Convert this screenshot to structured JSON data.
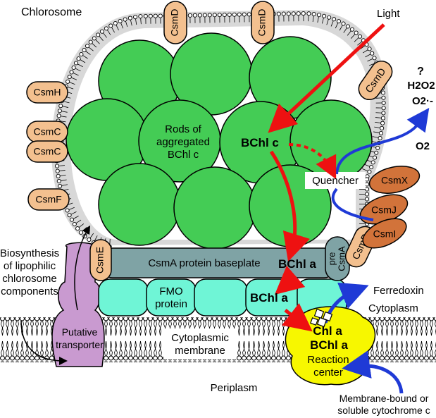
{
  "title": "Chlorosome",
  "colors": {
    "chlorosome_rod": "#44cc55",
    "csm_protein_orange": "#f3c08f",
    "csm_protein_brown": "#d2733a",
    "baseplate": "#7fa3a5",
    "fmo": "#6ff5d6",
    "reaction_center": "#f7f700",
    "transporter": "#c99ad0",
    "light_arrow": "#ee1111",
    "electron_arrow": "#1f3ad6",
    "membrane_gray": "#d8d8d8"
  },
  "proteins": {
    "csmd_top_1": "CsmD",
    "csmd_top_2": "CsmD",
    "csmd_right": "CsmD",
    "csmh": "CsmH",
    "csmc_1": "CsmC",
    "csmc_2": "CsmC",
    "csmf": "CsmF",
    "csme": "CsmE",
    "csmb": "CsmB",
    "pre_csma_line1": "pre",
    "pre_csma_line2": "CsmA",
    "csmx": "CsmX",
    "csmj": "CsmJ",
    "csmi": "CsmI"
  },
  "labels": {
    "light": "Light",
    "rods": [
      "Rods of",
      "aggregated",
      "BChl c"
    ],
    "bchl_c": "BChl c",
    "quencher": "Quencher",
    "h2o2_q": "?",
    "h2o2": "H2O2",
    "o2_radical": "O2·-",
    "o2": "O2",
    "baseplate": "CsmA protein baseplate",
    "bchl_a_baseplate": "BChl a",
    "fmo": [
      "FMO",
      "protein"
    ],
    "bchl_a_fmo": "BChl a",
    "ferredoxin": "Ferredoxin",
    "cytoplasm": "Cytoplasm",
    "biosynthesis": [
      "Biosynthesis",
      "of lipophilic",
      "chlorosome",
      "components"
    ],
    "transporter": [
      "Putative",
      "transporter"
    ],
    "cytoplasmic_membrane": [
      "Cytoplasmic",
      "membrane"
    ],
    "chl_a": "Chl a",
    "bchl_a_rc": "BChl a",
    "reaction_center": [
      "Reaction",
      "center"
    ],
    "periplasm": "Periplasm",
    "cytochrome": [
      "Membrane-bound or",
      "soluble cytochrome c"
    ]
  }
}
